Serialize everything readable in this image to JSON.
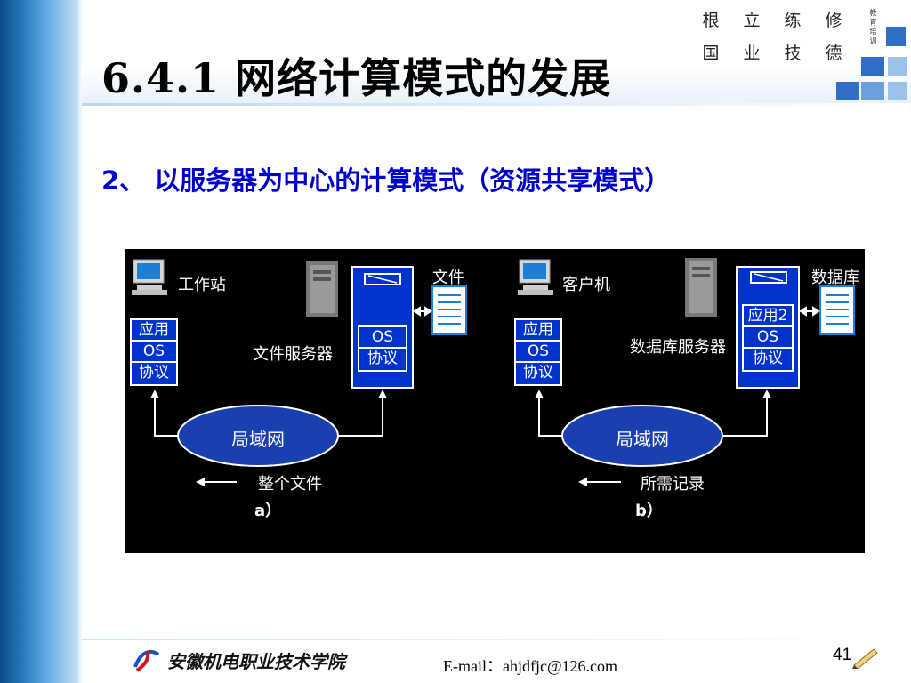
{
  "title": "6.4.1 网络计算模式的发展",
  "subtitle": "2、 以服务器为中心的计算模式（资源共享模式）",
  "motto": {
    "row1": [
      "根",
      "立",
      "练",
      "修"
    ],
    "row2": [
      "国",
      "业",
      "技",
      "德"
    ],
    "small": "教 育 培 训"
  },
  "diagram": {
    "left": {
      "workstation_label": "工作站",
      "stack": [
        "应用",
        "OS",
        "协议"
      ],
      "server_label": "文件服务器",
      "server_stack": [
        "OS",
        "协议"
      ],
      "file_label": "文件",
      "network_label": "局域网",
      "transfer_label": "整个文件",
      "caption": "a）"
    },
    "right": {
      "client_label": "客户机",
      "stack": [
        "应用",
        "OS",
        "协议"
      ],
      "server_label": "数据库服务器",
      "server_stack": [
        "应用2",
        "OS",
        "协议"
      ],
      "db_label": "数据库",
      "network_label": "局域网",
      "transfer_label": "所需记录",
      "caption": "b）"
    }
  },
  "footer": {
    "school": "安徽机电职业技术学院",
    "email": "E-mail：ahjdfjc@126.com",
    "page": "41"
  },
  "colors": {
    "subtitle": "#0000cc",
    "stack_fill": "#0033cc",
    "ellipse_fill": "#1a3fb0",
    "diagram_bg": "#000000"
  }
}
